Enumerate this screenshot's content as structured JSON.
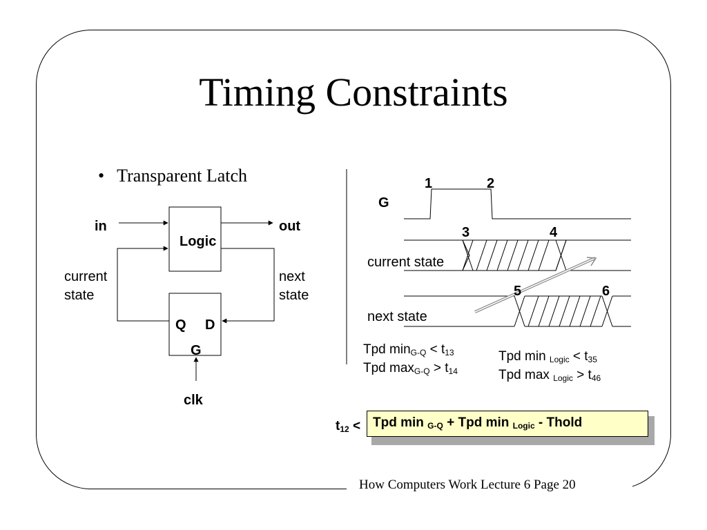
{
  "slide": {
    "title": "Timing Constraints",
    "bullet": "Transparent Latch",
    "footer": "How Computers Work Lecture 6 Page 20"
  },
  "circuit": {
    "in_label": "in",
    "out_label": "out",
    "logic_label": "Logic",
    "current_state_line1": "current",
    "current_state_line2": "state",
    "next_state_line1": "next",
    "next_state_line2": "state",
    "q_label": "Q",
    "d_label": "D",
    "g_label": "G",
    "clk_label": "clk"
  },
  "timing": {
    "g_signal": "G",
    "current_state": "current state",
    "next_state": "next state",
    "marker_1": "1",
    "marker_2": "2",
    "marker_3": "3",
    "marker_4": "4",
    "marker_5": "5",
    "marker_6": "6"
  },
  "constraints": {
    "eq1_main": "Tpd min",
    "eq1_sub": "G-Q",
    "eq1_rel": " < t",
    "eq1_idx": "13",
    "eq2_main": "Tpd max",
    "eq2_sub": "G-Q",
    "eq2_rel": " > t",
    "eq2_idx": "14",
    "eq3_main": "Tpd min ",
    "eq3_sub": "Logic",
    "eq3_rel": " < t",
    "eq3_idx": "35",
    "eq4_main": "Tpd max ",
    "eq4_sub": "Logic",
    "eq4_rel": " > t",
    "eq4_idx": "46"
  },
  "hold_constraint": {
    "t_prefix": "t",
    "t_sub": "12",
    "lt": " <",
    "part1": "Tpd min ",
    "part1_sub": "G-Q",
    "part2": " + Tpd min ",
    "part2_sub": "Logic",
    "part3": " - Thold",
    "highlight_color": "#ffffc8"
  }
}
